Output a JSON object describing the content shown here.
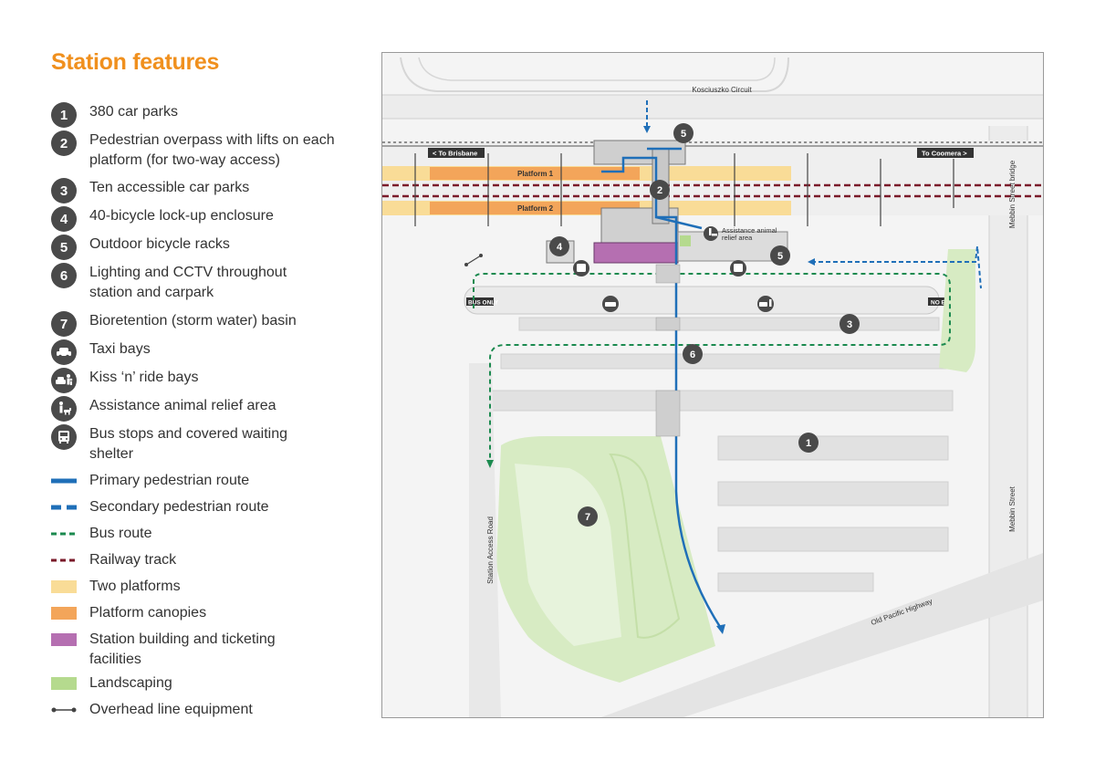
{
  "legend": {
    "title": "Station features",
    "items": [
      {
        "badge": "1",
        "label": "380 car parks"
      },
      {
        "badge": "2",
        "label": "Pedestrian overpass with lifts on each platform (for two-way access)"
      },
      {
        "badge": "3",
        "label": "Ten accessible car parks"
      },
      {
        "badge": "4",
        "label": "40-bicycle lock-up enclosure"
      },
      {
        "badge": "5",
        "label": "Outdoor bicycle racks"
      },
      {
        "badge": "6",
        "label": "Lighting and CCTV throughout station and carpark"
      },
      {
        "badge": "7",
        "label": "Bioretention (storm water) basin"
      },
      {
        "icon": "taxi-icon",
        "label": "Taxi bays"
      },
      {
        "icon": "kiss-n-ride-icon",
        "label": "Kiss ‘n’ ride bays"
      },
      {
        "icon": "assistance-animal-icon",
        "label": "Assistance animal relief area"
      },
      {
        "icon": "bus-icon",
        "label": "Bus stops and covered waiting shelter"
      }
    ],
    "lines": [
      {
        "label": "Primary pedestrian route",
        "color": "#1f6fb8",
        "style": "solid"
      },
      {
        "label": "Secondary pedestrian route",
        "color": "#1f6fb8",
        "style": "dashed"
      },
      {
        "label": "Bus route",
        "color": "#1b8a4f",
        "style": "dashed"
      },
      {
        "label": "Railway track",
        "color": "#7a1a2a",
        "style": "dashed"
      }
    ],
    "areas": [
      {
        "label": "Two platforms",
        "color": "#f9dc97"
      },
      {
        "label": "Platform canopies",
        "color": "#f3a55a"
      },
      {
        "label": "Station building and ticketing facilities",
        "color": "#b56fb1"
      },
      {
        "label": "Landscaping",
        "color": "#b5da8e"
      }
    ],
    "ole": {
      "label": "Overhead line equipment"
    }
  },
  "map": {
    "road_top": "Kosciuszko Circuit",
    "road_bottom": "Old Pacific Highway",
    "road_left": "Station Access Road",
    "road_right": "Mebbin Street",
    "bridge": "Mebbin Street bridge",
    "sign_left": "< To Brisbane",
    "sign_right": "To Coomera >",
    "platform1": "Platform 1",
    "platform2": "Platform 2",
    "bus_only": "BUS ONLY",
    "no_entry": "NO ENTRY",
    "assistance_label_1": "Assistance animal",
    "assistance_label_2": "relief area",
    "markers": [
      "1",
      "2",
      "3",
      "4",
      "5",
      "5",
      "6",
      "7"
    ]
  }
}
